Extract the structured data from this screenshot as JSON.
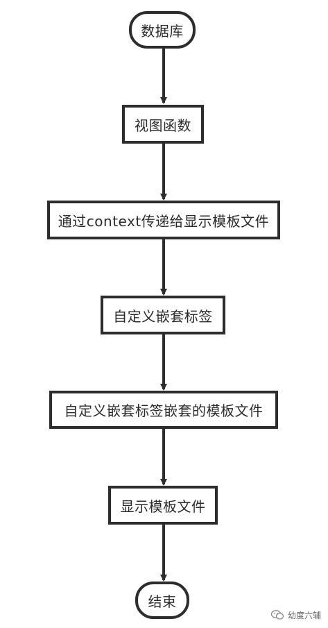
{
  "flowchart": {
    "nodes": [
      {
        "id": "start",
        "label": "数据库",
        "kind": "terminal"
      },
      {
        "id": "view",
        "label": "视图函数",
        "kind": "process"
      },
      {
        "id": "context",
        "label": "通过context传递给显示模板文件",
        "kind": "process"
      },
      {
        "id": "tag",
        "label": "自定义嵌套标签",
        "kind": "process"
      },
      {
        "id": "nested",
        "label": "自定义嵌套标签嵌套的模板文件",
        "kind": "process"
      },
      {
        "id": "display",
        "label": "显示模板文件",
        "kind": "process"
      },
      {
        "id": "end",
        "label": "结束",
        "kind": "terminal"
      }
    ],
    "edges": [
      {
        "from": "start",
        "to": "view"
      },
      {
        "from": "view",
        "to": "context"
      },
      {
        "from": "context",
        "to": "tag"
      },
      {
        "from": "tag",
        "to": "nested"
      },
      {
        "from": "nested",
        "to": "display"
      },
      {
        "from": "display",
        "to": "end"
      }
    ]
  },
  "colors": {
    "line": "#2d2d2d",
    "background": "#ffffff"
  },
  "watermark": {
    "text": "幼度六辅",
    "icon": "wechat-logo-icon"
  }
}
